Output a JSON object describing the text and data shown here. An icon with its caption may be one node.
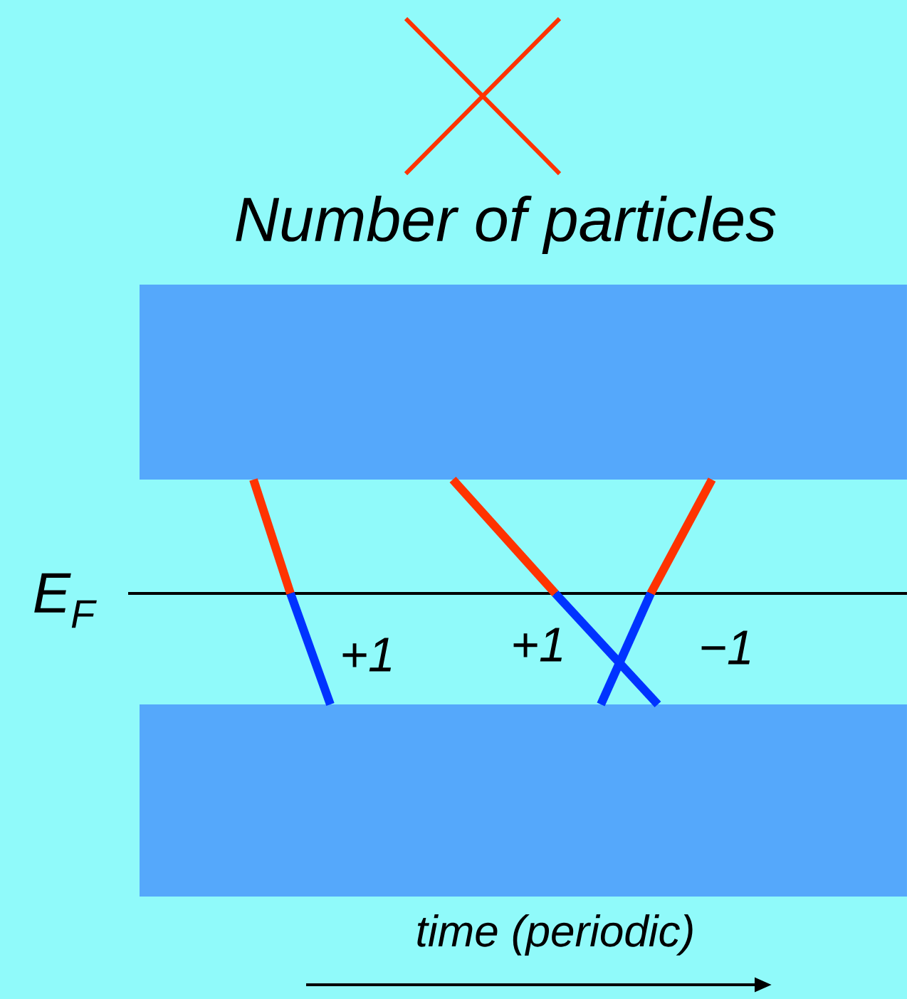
{
  "diagram": {
    "nodes": [
      {
        "text": [],
        "shape": "bar"
      },
      {
        "text": [],
        "shape": "bar"
      }
    ],
    "labels": [
      "Number of particles",
      "E$_{F}$",
      "+1",
      "+1",
      "−1",
      "time (periodic)"
    ]
  }
}
